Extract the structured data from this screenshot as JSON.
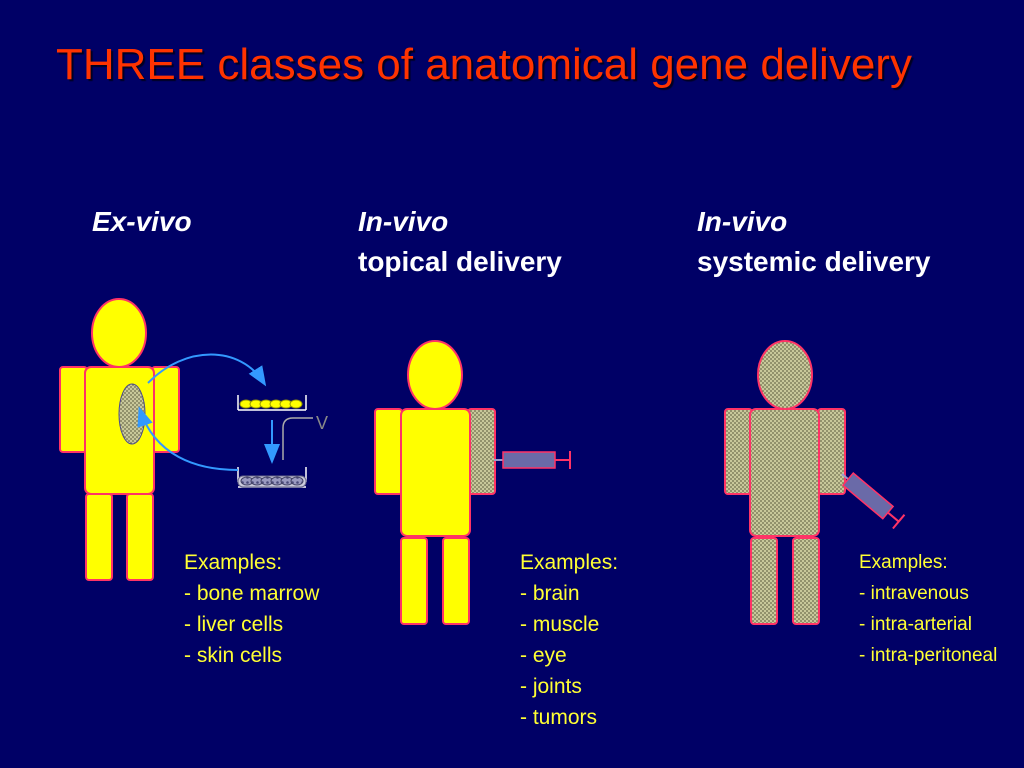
{
  "title": "THREE classes of anatomical gene delivery",
  "columns": [
    {
      "heading": "Ex-vivo",
      "subheading": "",
      "examples_label": "Examples:",
      "examples": [
        "- bone marrow",
        "- liver cells",
        "- skin cells"
      ]
    },
    {
      "heading": "In-vivo",
      "subheading": "topical delivery",
      "examples_label": "Examples:",
      "examples": [
        "- brain",
        "- muscle",
        "- eye",
        "- joints",
        "- tumors"
      ]
    },
    {
      "heading": "In-vivo",
      "subheading": "systemic delivery",
      "examples_label": "Examples:",
      "examples": [
        "- intravenous",
        "- intra-arterial",
        "- intra-peritoneal"
      ]
    }
  ],
  "vector_label": "V",
  "colors": {
    "background": "#000066",
    "title": "#ff3300",
    "figure_fill": "#ffff00",
    "figure_outline": "#ff3366",
    "text_examples": "#ffff33",
    "arrow": "#3399ff"
  }
}
